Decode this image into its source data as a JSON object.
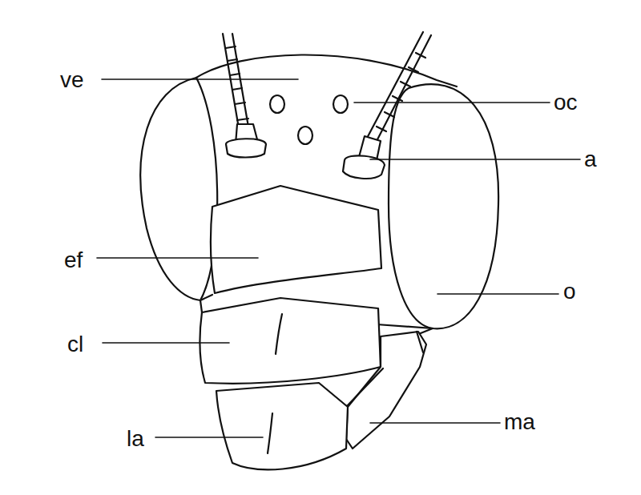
{
  "diagram": {
    "labels": [
      "ve",
      "oc",
      "a",
      "ef",
      "o",
      "cl",
      "la",
      "ma"
    ]
  }
}
